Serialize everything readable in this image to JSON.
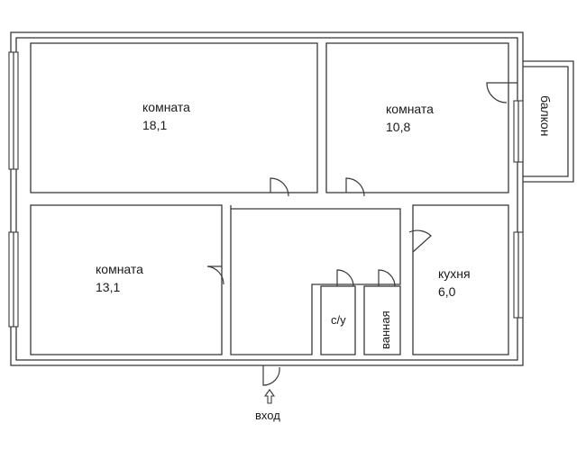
{
  "rooms": {
    "room1": {
      "label": "комната",
      "area": "18,1"
    },
    "room2": {
      "label": "комната",
      "area": "10,8"
    },
    "room3": {
      "label": "комната",
      "area": "13,1"
    },
    "kitchen": {
      "label": "кухня",
      "area": "6,0"
    },
    "wc": {
      "label": "с/у"
    },
    "bath": {
      "label": "ванная"
    },
    "balcony": {
      "label": "балкон"
    }
  },
  "entrance": {
    "label": "вход",
    "arrow_icon": "up-arrow-outline-icon"
  }
}
